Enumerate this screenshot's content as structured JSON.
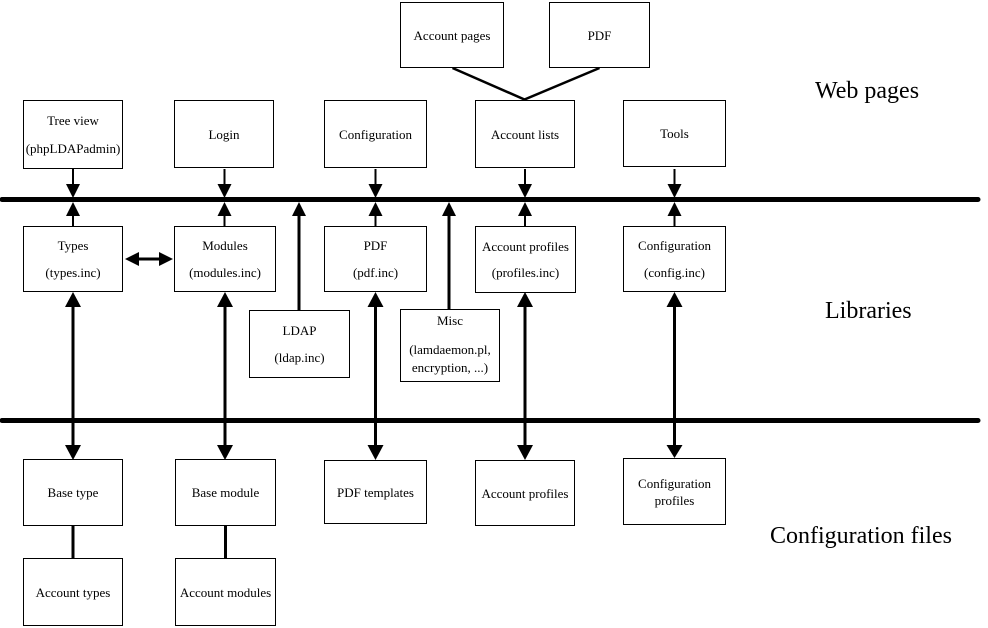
{
  "diagram": {
    "title_hint": "Layered architecture diagram",
    "colors": {
      "foreground": "#000000",
      "background": "#ffffff"
    },
    "section_labels": {
      "web_pages": "Web pages",
      "libraries": "Libraries",
      "configuration_files": "Configuration files"
    },
    "boxes": {
      "account_pages": {
        "lines": [
          "Account pages"
        ]
      },
      "pdf_page": {
        "lines": [
          "PDF"
        ]
      },
      "tree_view": {
        "lines": [
          "Tree view",
          "(phpLDAPadmin)"
        ]
      },
      "login": {
        "lines": [
          "Login"
        ]
      },
      "configuration_page": {
        "lines": [
          "Configuration"
        ]
      },
      "account_lists": {
        "lines": [
          "Account lists"
        ]
      },
      "tools": {
        "lines": [
          "Tools"
        ]
      },
      "types": {
        "lines": [
          "Types",
          "(types.inc)"
        ]
      },
      "modules": {
        "lines": [
          "Modules",
          "(modules.inc)"
        ]
      },
      "pdf_lib": {
        "lines": [
          "PDF",
          "(pdf.inc)"
        ]
      },
      "account_profiles_lib": {
        "lines": [
          "Account profiles",
          "(profiles.inc)"
        ]
      },
      "configuration_lib": {
        "lines": [
          "Configuration",
          "(config.inc)"
        ]
      },
      "ldap": {
        "lines": [
          "LDAP",
          "(ldap.inc)"
        ]
      },
      "misc": {
        "lines": [
          "Misc",
          "(lamdaemon.pl,",
          "encryption, ...)"
        ]
      },
      "base_type": {
        "lines": [
          "Base type"
        ]
      },
      "base_module": {
        "lines": [
          "Base module"
        ]
      },
      "pdf_templates": {
        "lines": [
          "PDF templates"
        ]
      },
      "account_profiles_files": {
        "lines": [
          "Account profiles"
        ]
      },
      "configuration_profiles": {
        "lines": [
          "Configuration",
          "profiles"
        ]
      },
      "account_types": {
        "lines": [
          "Account types"
        ]
      },
      "account_modules": {
        "lines": [
          "Account modules"
        ]
      }
    },
    "connections": [
      {
        "from": "account_pages",
        "to": "account_lists",
        "style": "plain"
      },
      {
        "from": "pdf_page",
        "to": "account_lists",
        "style": "plain"
      },
      {
        "from": "tree_view",
        "to": "types",
        "style": "double-arrow-at-layer-line"
      },
      {
        "from": "login",
        "to": "modules",
        "style": "double-arrow-at-layer-line"
      },
      {
        "from": "configuration_page",
        "to": "pdf_lib",
        "style": "double-arrow-at-layer-line"
      },
      {
        "from": "account_lists",
        "to": "account_profiles_lib",
        "style": "double-arrow-at-layer-line"
      },
      {
        "from": "tools",
        "to": "configuration_lib",
        "style": "double-arrow-at-layer-line"
      },
      {
        "from": "ldap",
        "to": "web-layer-line",
        "style": "arrow-up"
      },
      {
        "from": "misc",
        "to": "web-layer-line",
        "style": "arrow-up"
      },
      {
        "from": "types",
        "to": "modules",
        "style": "double-arrow-horizontal"
      },
      {
        "from": "types",
        "to": "base_type",
        "style": "double-arrow"
      },
      {
        "from": "modules",
        "to": "base_module",
        "style": "double-arrow"
      },
      {
        "from": "pdf_lib",
        "to": "pdf_templates",
        "style": "double-arrow"
      },
      {
        "from": "account_profiles_lib",
        "to": "account_profiles_files",
        "style": "double-arrow"
      },
      {
        "from": "configuration_lib",
        "to": "configuration_profiles",
        "style": "double-arrow"
      },
      {
        "from": "base_type",
        "to": "account_types",
        "style": "plain"
      },
      {
        "from": "base_module",
        "to": "account_modules",
        "style": "plain"
      }
    ]
  }
}
